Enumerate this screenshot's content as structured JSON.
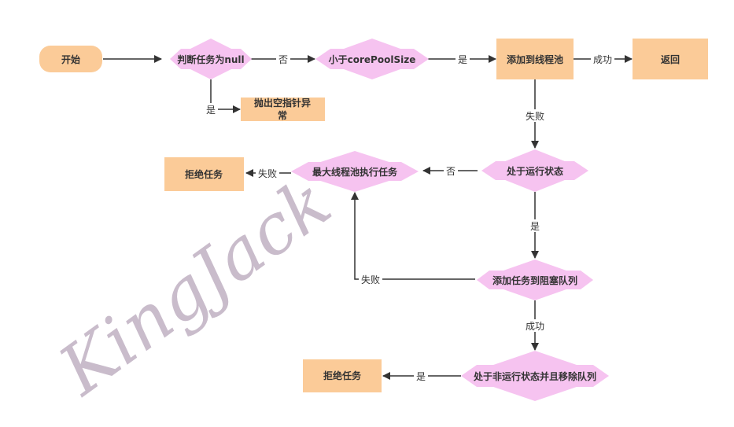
{
  "colors": {
    "rect": "#fbcb98",
    "diamond": "#f6c3f0",
    "line": "#333333",
    "watermark": "#c9bccb"
  },
  "nodes": {
    "start": "开始",
    "check_null": "判断任务为null",
    "throw_npe": "抛出空指针异常",
    "check_core": "小于corePoolSize",
    "add_pool": "添加到线程池",
    "return": "返回",
    "is_running": "处于运行状态",
    "max_pool": "最大线程池执行任务",
    "reject_1": "拒绝任务",
    "add_queue": "添加任务到阻塞队列",
    "not_running_remove": "处于非运行状态并且移除队列",
    "reject_2": "拒绝任务"
  },
  "edges": {
    "null_no": "否",
    "null_yes": "是",
    "core_yes": "是",
    "pool_success": "成功",
    "pool_fail": "失败",
    "running_no": "否",
    "running_yes": "是",
    "max_fail": "失败",
    "queue_fail": "失败",
    "queue_success": "成功",
    "remove_yes": "是"
  },
  "watermark": "KingJack"
}
